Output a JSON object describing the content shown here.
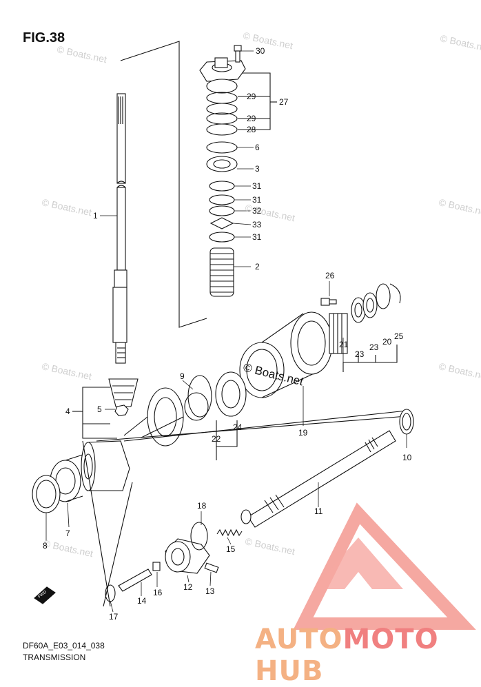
{
  "figure": {
    "title": "FIG.38",
    "code": "DF60A_E03_014_038",
    "name": "TRANSMISSION"
  },
  "watermarks": [
    "© Boats.net",
    "© Boats.net",
    "© Boats.net",
    "© Boats.net",
    "© Boats.net",
    "© Boats.net",
    "© Boats.net",
    "© Boats.net",
    "© Boats.net",
    "© Boats.net"
  ],
  "center_watermark": "© Boats.net",
  "callouts": [
    "30",
    "29",
    "27",
    "29",
    "28",
    "6",
    "3",
    "31",
    "31",
    "32",
    "33",
    "31",
    "2",
    "1",
    "26",
    "25",
    "20",
    "23",
    "21",
    "23",
    "9",
    "4",
    "5",
    "19",
    "22",
    "24",
    "10",
    "11",
    "7",
    "8",
    "18",
    "15",
    "13",
    "12",
    "16",
    "14",
    "17"
  ],
  "fwd_label": "FWD",
  "brand": {
    "parts": [
      "AUTO",
      "MOTO",
      "HUB"
    ],
    "colors": [
      "#f4b183",
      "#f08080",
      "#f4b183"
    ],
    "logo_color": "#f28b82"
  }
}
